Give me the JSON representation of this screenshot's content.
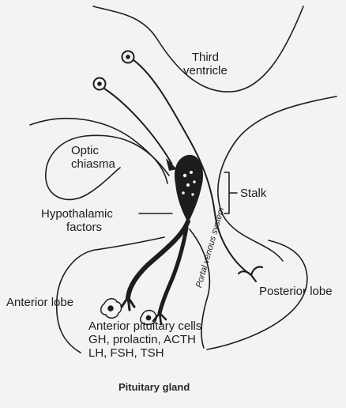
{
  "diagram": {
    "labels": {
      "third_ventricle": [
        "Third",
        "ventricle"
      ],
      "optic_chiasma": [
        "Optic",
        "chiasma"
      ],
      "stalk": "Stalk",
      "hypothalamic_factors": [
        "Hypothalamic",
        "factors"
      ],
      "portal_venous_system": "Portal venous system",
      "anterior_lobe": "Anterior lobe",
      "posterior_lobe": "Posterior lobe",
      "anterior_pituitary_cells": [
        "Anterior pituitary cells",
        "GH, prolactin, ACTH",
        "LH, FSH, TSH"
      ]
    },
    "caption": "Pituitary gland",
    "colors": {
      "background": "#f3f3f4",
      "stroke": "#1d1d1d"
    }
  }
}
